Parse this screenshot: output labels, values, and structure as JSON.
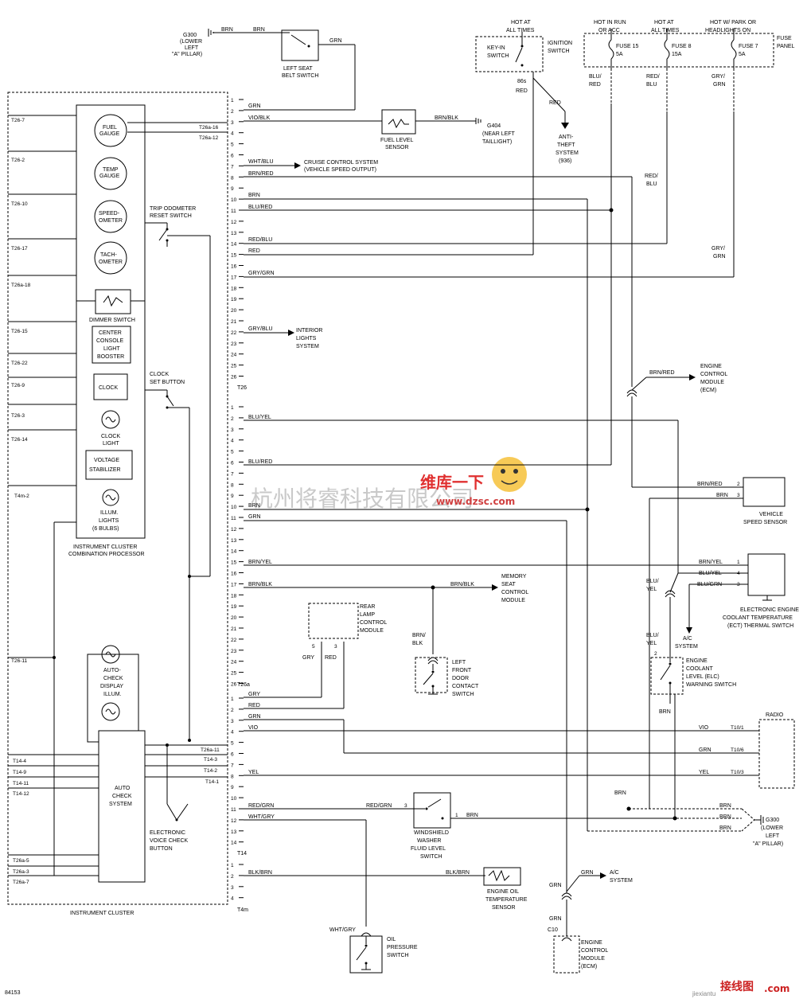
{
  "ground_top": {
    "ref": "G300",
    "loc": [
      "(LOWER",
      "LEFT",
      "\"A\" PILLAR)"
    ]
  },
  "ground_right": {
    "ref": "G300",
    "loc": [
      "(LOWER",
      "LEFT",
      "\"A\" PILLAR)"
    ]
  },
  "ground_fuel": {
    "ref": "G404",
    "loc": [
      "(NEAR LEFT",
      "TAILLIGHT)"
    ]
  },
  "seat_belt": [
    "LEFT SEAT",
    "BELT SWITCH"
  ],
  "fuel_sensor": [
    "FUEL LEVEL",
    "SENSOR"
  ],
  "ignition": {
    "hot": [
      "HOT AT",
      "ALL TIMES"
    ],
    "label": [
      "IGNITION",
      "SWITCH"
    ],
    "keyin": [
      "KEY-IN",
      "SWITCH"
    ],
    "term": "86s"
  },
  "antitheft": [
    "ANTI-",
    "THEFT",
    "SYSTEM",
    "(936)"
  ],
  "fuse_panel": {
    "label": [
      "FUSE",
      "PANEL"
    ],
    "hot": [
      [
        "HOT IN RUN",
        "OR ACC"
      ],
      [
        "HOT AT",
        "ALL TIMES"
      ],
      [
        "HOT W/ PARK OR",
        "HEADLIGHTS ON"
      ]
    ],
    "fuses": [
      [
        "FUSE 15",
        "5A"
      ],
      [
        "FUSE 8",
        "15A"
      ],
      [
        "FUSE 7",
        "5A"
      ]
    ]
  },
  "cluster_items": [
    [
      "FUEL",
      "GAUGE"
    ],
    [
      "TEMP",
      "GAUGE"
    ],
    [
      "SPEED-",
      "OMETER"
    ],
    [
      "TACH-",
      "OMETER"
    ]
  ],
  "cluster_left_pins": [
    "T26-7",
    "T26-2",
    "T26-10",
    "T26-17",
    "T26a-18",
    "T26-15",
    "T26-22",
    "T26-9",
    "T26-3",
    "T26-14",
    "T4m-2",
    "T26-11"
  ],
  "cluster_box_labels": {
    "dimmer": "DIMMER SWITCH",
    "center_console": [
      "CENTER",
      "CONSOLE",
      "LIGHT",
      "BOOSTER"
    ],
    "clock": "CLOCK",
    "clock_light": [
      "CLOCK",
      "LIGHT"
    ],
    "voltage": [
      "VOLTAGE",
      "STABILIZER"
    ],
    "illum": [
      "ILLUM.",
      "LIGHTS",
      "(6 BULBS)"
    ],
    "processor": [
      "INSTRUMENT CLUSTER",
      "COMBINATION PROCESSOR"
    ],
    "trip": [
      "TRIP ODOMETER",
      "RESET SWITCH"
    ],
    "clock_set": [
      "CLOCK",
      "SET BUTTON"
    ],
    "auto_check_illum": [
      "AUTO-",
      "CHECK",
      "DISPLAY",
      "ILLUM."
    ],
    "auto_check": [
      "AUTO",
      "CHECK",
      "SYSTEM"
    ],
    "voice": [
      "ELECTRONIC",
      "VOICE CHECK",
      "BUTTON"
    ],
    "cluster": "INSTRUMENT CLUSTER",
    "gauge_pins": [
      "T26a-16",
      "T26a-12"
    ],
    "auto_pins": [
      "T26a-11",
      "T14-3",
      "T14-2",
      "T14-1"
    ],
    "left_t14": [
      "T14-4",
      "T14-9",
      "T14-11",
      "T14-12"
    ],
    "left_t26a": [
      "T26a-5",
      "T26a-3",
      "T26a-7"
    ]
  },
  "connectors": {
    "c1": "T26",
    "c2": "T26a",
    "c3": "T14",
    "c4": "T4m"
  },
  "t26_wires": {
    "2": "GRN",
    "3": "VIO/BLK",
    "7": "WHT/BLU",
    "8": "BRN/RED",
    "10": "BRN",
    "11": "BLU/RED",
    "14": "RED/BLU",
    "15": "RED",
    "17": "GRY/GRN",
    "22": "GRY/BLU"
  },
  "t26a_wires": {
    "3": "BLU/YEL",
    "7": "BLU/RED",
    "11": "BRN",
    "12": "GRN",
    "16": "BRN/YEL",
    "18": "BRN/BLK"
  },
  "t26a_2_wires": {
    "1": "GRY",
    "2": "RED",
    "3": "GRN",
    "4": "VIO",
    "8": "YEL"
  },
  "t14_wires": {
    "11": "RED/GRN",
    "12": "WHT/GRY"
  },
  "t4m_wires": {
    "2": "BLK/BRN"
  },
  "destinations": {
    "cruise": [
      "CRUISE CONTROL SYSTEM",
      "(VEHICLE SPEED OUTPUT)"
    ],
    "interior": [
      "INTERIOR",
      "LIGHTS",
      "SYSTEM"
    ],
    "ecm_top": [
      "ENGINE",
      "CONTROL",
      "MODULE",
      "(ECM)"
    ],
    "vss": [
      "VEHICLE",
      "SPEED SENSOR"
    ],
    "ect": [
      "ELECTRONIC ENGINE",
      "COOLANT TEMPERATURE",
      "(ECT) THERMAL SWITCH"
    ],
    "ac1": [
      "A/C",
      "SYSTEM"
    ],
    "elc": [
      "ENGINE",
      "COOLANT",
      "LEVEL (ELC)",
      "WARNING SWITCH"
    ],
    "memory": [
      "MEMORY",
      "SEAT",
      "CONTROL",
      "MODULE"
    ],
    "rear_lamp": [
      "REAR",
      "LAMP",
      "CONTROL",
      "MODULE"
    ],
    "door": [
      "LEFT",
      "FRONT",
      "DOOR",
      "CONTACT",
      "SWITCH"
    ],
    "radio": "RADIO",
    "washer": [
      "WINDSHIELD",
      "WASHER",
      "FLUID LEVEL",
      "SWITCH"
    ],
    "oil_temp": [
      "ENGINE OIL",
      "TEMPERATURE",
      "SENSOR"
    ],
    "ac2": [
      "A/C",
      "SYSTEM"
    ],
    "oil_press": [
      "OIL",
      "PRESSURE",
      "SWITCH"
    ],
    "ecm_bottom": [
      "ENGINE",
      "CONTROL",
      "MODULE",
      "(ECM)"
    ],
    "c10": "C10"
  },
  "radio_pins": [
    [
      "VIO",
      "T10/1"
    ],
    [
      "GRN",
      "T10/6"
    ],
    [
      "YEL",
      "T10/3"
    ]
  ],
  "watermark": {
    "company": "杭州将睿科技有限公司",
    "site": "维库一下",
    "url": "www.dzsc.com",
    "corner": "接线图",
    "corner_url": "jiexiantu",
    "corner_tld": ".com"
  },
  "figure_id": "84153"
}
